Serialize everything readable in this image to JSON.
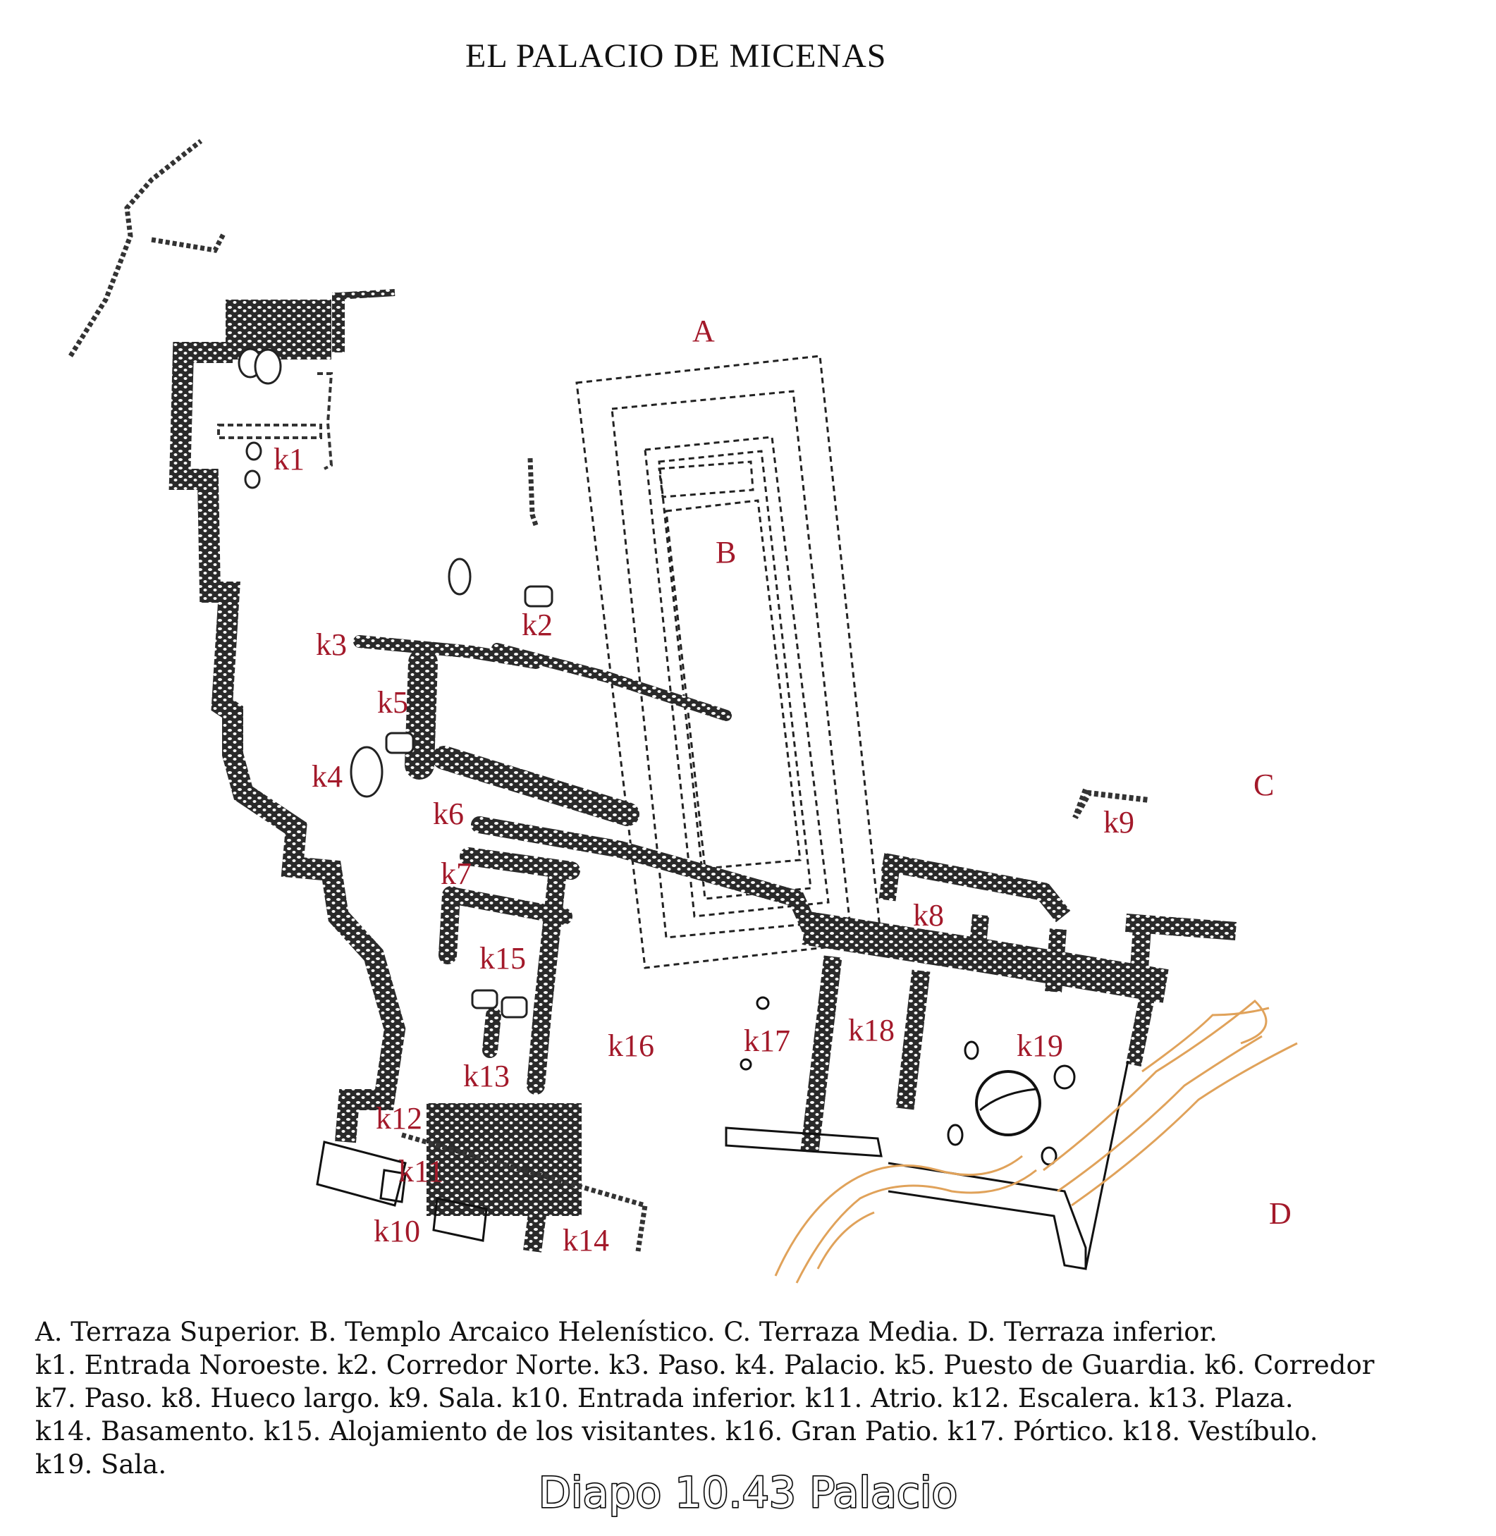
{
  "title": "EL PALACIO DE MICENAS",
  "labels": {
    "A": "A",
    "B": "B",
    "C": "C",
    "D": "D",
    "k1": "k1",
    "k2": "k2",
    "k3": "k3",
    "k4": "k4",
    "k5": "k5",
    "k6": "k6",
    "k7": "k7",
    "k8": "k8",
    "k9": "k9",
    "k10": "k10",
    "k11": "k11",
    "k12": "k12",
    "k13": "k13",
    "k14": "k14",
    "k15": "k15",
    "k16": "k16",
    "k17": "k17",
    "k18": "k18",
    "k19": "k19"
  },
  "caption_lines": [
    "A. Terraza Superior. B. Templo Arcaico Helenístico.  C. Terraza Media. D. Terraza inferior.",
    "k1. Entrada Noroeste.  k2. Corredor Norte. k3. Paso.  k4. Palacio. k5. Puesto de Guardia. k6. Corredor",
    "k7. Paso.  k8. Hueco largo.  k9. Sala.  k10. Entrada inferior.  k11. Atrio.  k12. Escalera.   k13. Plaza.",
    "k14. Basamento.  k15. Alojamiento de los visitantes.  k16. Gran Patio.  k17. Pórtico.  k18. Vestíbulo.",
    "k19. Sala."
  ],
  "overlay_text": "Diapo 10.43 Palacio",
  "colors": {
    "wall": "#2a2a2a",
    "label": "#a3192a",
    "rock": "#e0a25a"
  }
}
